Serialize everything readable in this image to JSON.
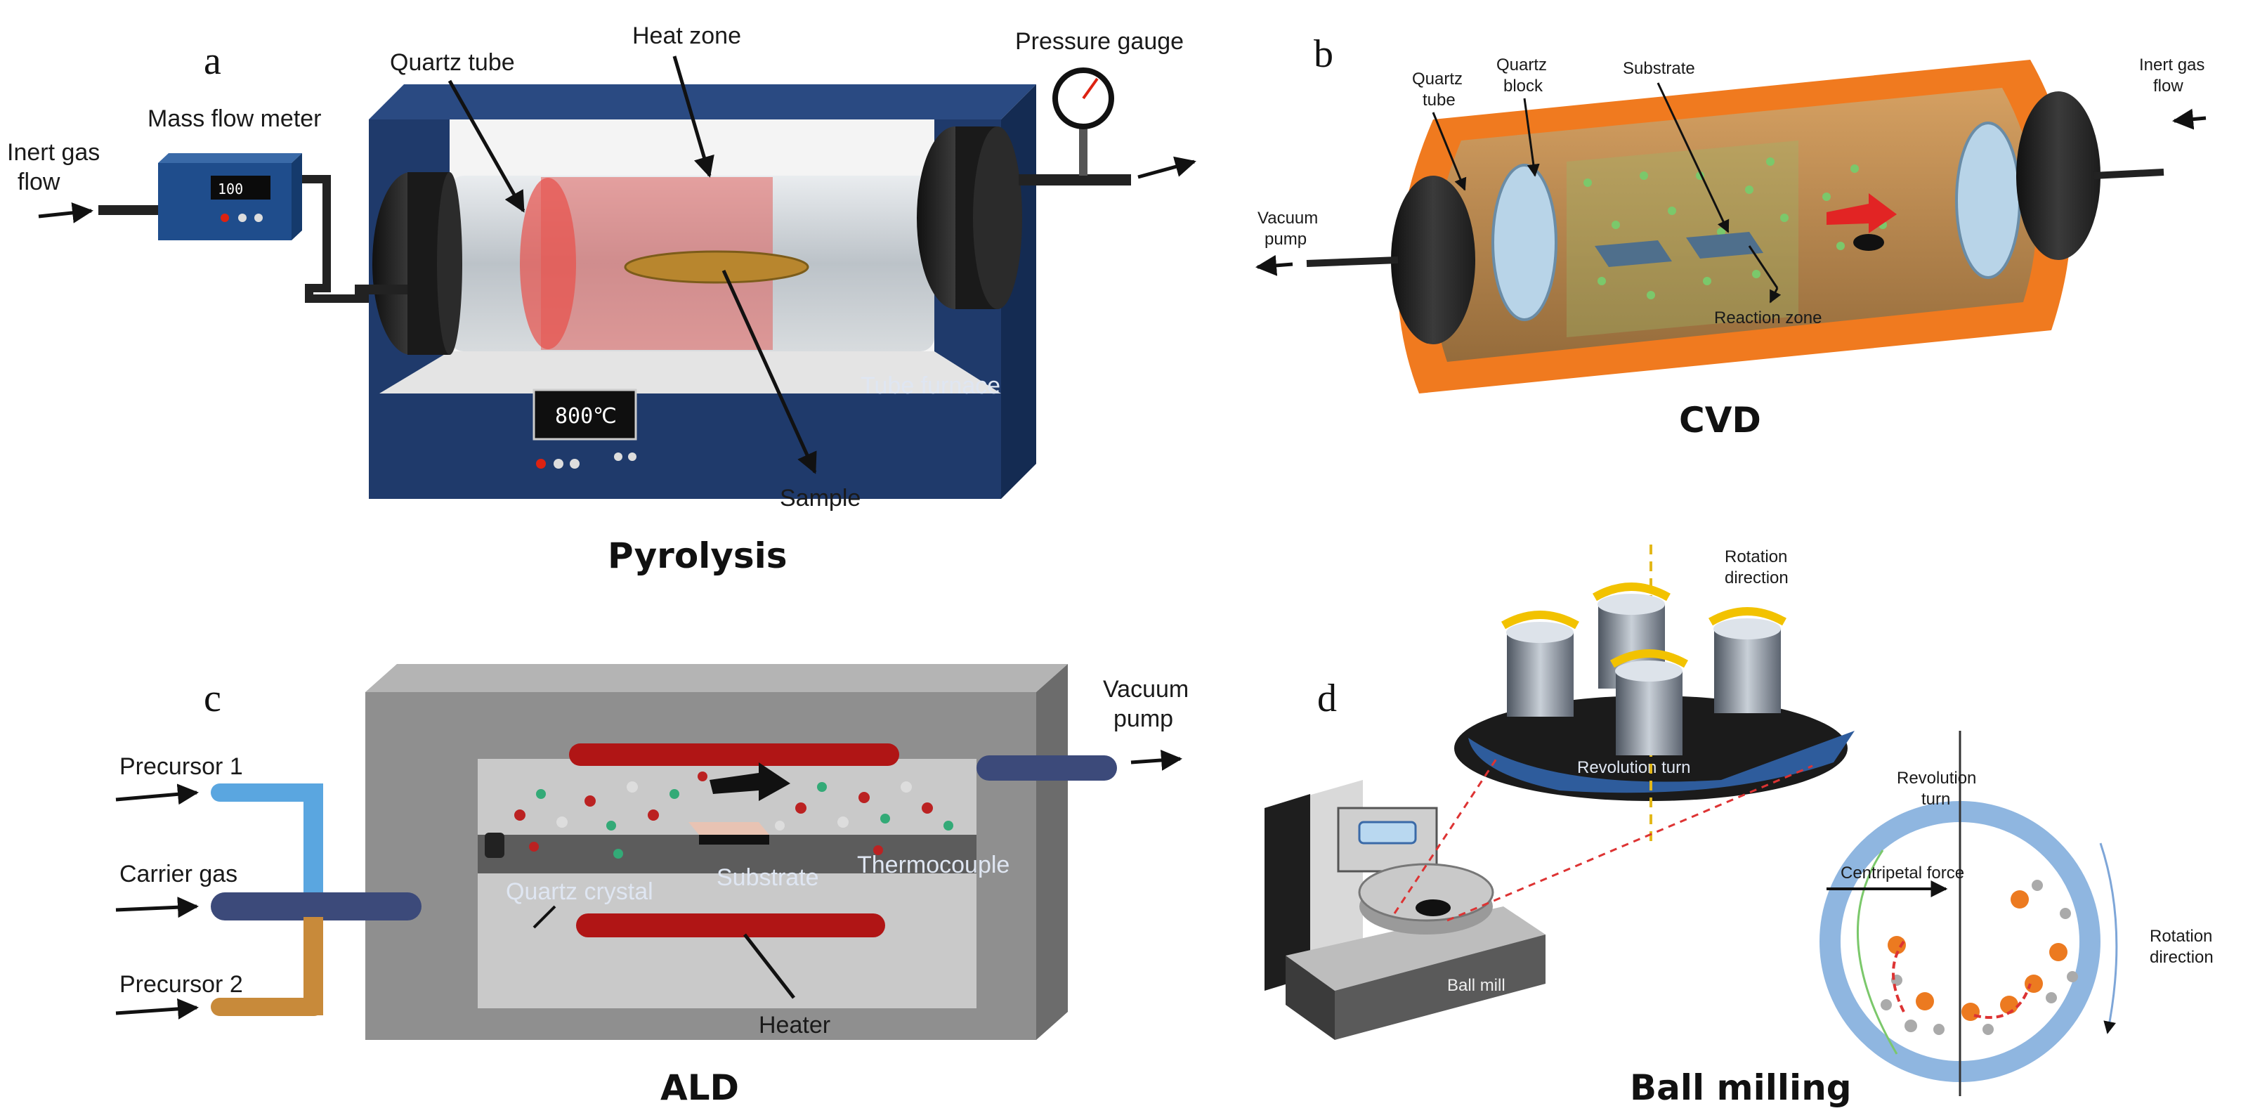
{
  "panels": {
    "a": {
      "letter": "a",
      "title": "Pyrolysis",
      "labels": {
        "inert_gas": [
          "Inert gas",
          "flow"
        ],
        "mass_flow_meter": "Mass flow meter",
        "mfm_display": "100",
        "quartz_tube": "Quartz tube",
        "heat_zone": "Heat zone",
        "pressure_gauge": "Pressure gauge",
        "sample": "Sample",
        "tube_furnace": "Tube furnace",
        "furnace_display": "800℃"
      }
    },
    "b": {
      "letter": "b",
      "title": "CVD",
      "labels": {
        "quartz_tube": [
          "Quartz",
          "tube"
        ],
        "quartz_block": [
          "Quartz",
          "block"
        ],
        "substrate": "Substrate",
        "inert_gas": [
          "Inert gas",
          "flow"
        ],
        "vacuum_pump": [
          "Vacuum",
          "pump"
        ],
        "reaction_zone": "Reaction zone"
      }
    },
    "c": {
      "letter": "c",
      "title": "ALD",
      "labels": {
        "precursor_1": "Precursor 1",
        "carrier_gas": "Carrier gas",
        "precursor_2": "Precursor 2",
        "vacuum_pump": [
          "Vacuum",
          "pump"
        ],
        "quartz_crystal": "Quartz crystal",
        "substrate": "Substrate",
        "thermocouple": "Thermocouple",
        "heater": "Heater"
      }
    },
    "d": {
      "letter": "d",
      "title": "Ball milling",
      "labels": {
        "rotation_direction_top": [
          "Rotation",
          "direction"
        ],
        "revolution_turn_disc": "Revolution turn",
        "revolution_turn": [
          "Revolution",
          "turn"
        ],
        "centripetal_force": "Centripetal force",
        "rotation_direction": [
          "Rotation",
          "direction"
        ],
        "ball_mill": "Ball mill"
      }
    }
  },
  "colors": {
    "furnace_blue": "#1f3a6b",
    "heat_red": "#e0605c",
    "cvd_orange": "#f07a1f",
    "ald_grey": "#8f8f8f",
    "heater_red": "#b01515",
    "mill_blue": "#2e5c9c"
  }
}
